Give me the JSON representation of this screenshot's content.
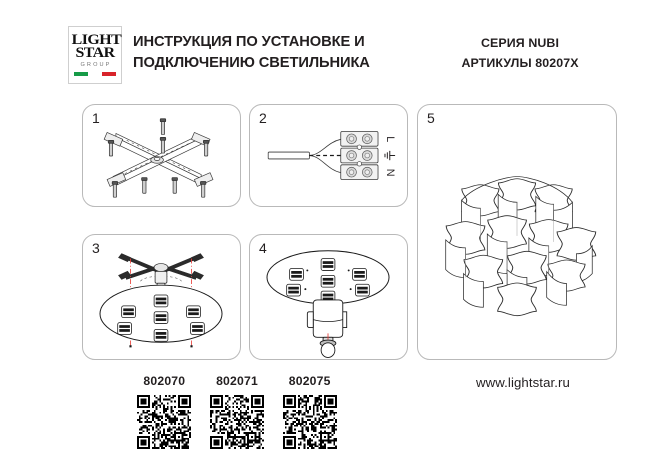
{
  "document": {
    "kind": "installation-instruction-sheet",
    "background_color": "#ffffff",
    "text_color": "#231f20"
  },
  "header": {
    "logo": {
      "line1": "LIGHT",
      "line2": "STAR",
      "subtitle": "GROUP",
      "flag_colors": [
        "#169b47",
        "#ffffff",
        "#d8232a"
      ]
    },
    "title": "ИНСТРУКЦИЯ ПО УСТАНОВКЕ И ПОДКЛЮЧЕНИЮ СВЕТИЛЬНИКА",
    "series_line": "СЕРИЯ NUBI",
    "article_line": "АРТИКУЛЫ 80207X"
  },
  "panels": [
    {
      "number": "1",
      "name": "mounting-cross-bracket",
      "caption": "X-shaped mounting cross bar assembly with screws"
    },
    {
      "number": "2",
      "name": "terminal-block-wiring",
      "caption": "Mains cable connected to three-way terminal block",
      "terminal_labels": [
        "L",
        "⏚",
        "N"
      ]
    },
    {
      "number": "3",
      "name": "base-plate-alignment",
      "caption": "Base plate aligned to cross bracket along red centre lines",
      "guide_line_color": "#e8403a"
    },
    {
      "number": "4",
      "name": "shade-and-lamp-fitting",
      "caption": "Fitting the glass shade and lamp onto the socket"
    },
    {
      "number": "5",
      "name": "finished-luminaire",
      "caption": "Assembled NUBI ceiling luminaire"
    }
  ],
  "footer": {
    "articles": [
      {
        "code": "802070",
        "qr_seed": 21
      },
      {
        "code": "802071",
        "qr_seed": 67
      },
      {
        "code": "802075",
        "qr_seed": 113
      }
    ],
    "website": "www.lightstar.ru"
  }
}
